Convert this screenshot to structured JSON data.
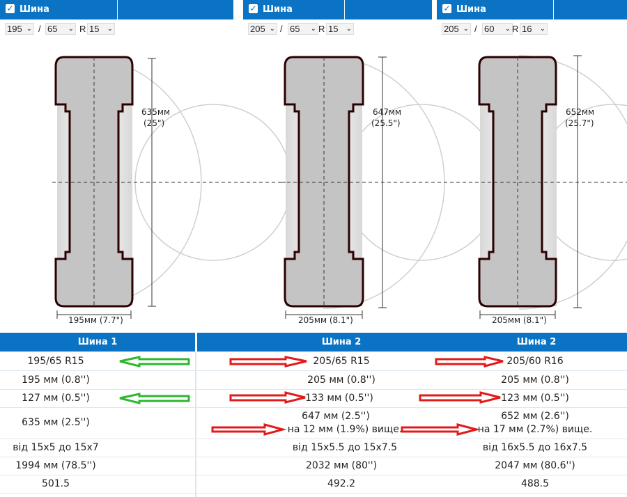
{
  "panels": [
    {
      "title": "Шина",
      "width": "195",
      "ratio": "65",
      "rim_prefix": "R",
      "rim": "15",
      "diameter_mm": "635мм",
      "diameter_in": "(25\")",
      "width_label": "195мм (7.7\")"
    },
    {
      "title": "Шина",
      "width": "205",
      "ratio": "65",
      "rim_prefix": "R",
      "rim": "15",
      "diameter_mm": "647мм",
      "diameter_in": "(25.5\")",
      "width_label": "205мм (8.1\")"
    },
    {
      "title": "Шина",
      "width": "205",
      "ratio": "60",
      "rim_prefix": "R",
      "rim": "16",
      "diameter_mm": "652мм",
      "diameter_in": "(25.7\")",
      "width_label": "205мм (8.1\")"
    }
  ],
  "table": {
    "headers": [
      "Шина 1",
      "Шина 2",
      "Шина 2"
    ],
    "rows": [
      [
        "195/65 R15",
        "205/65 R15",
        "205/60 R16"
      ],
      [
        "195 мм (0.8'')",
        "205 мм (0.8'')",
        "205 мм (0.8'')"
      ],
      [
        "127 мм (0.5'')",
        "133 мм (0.5'')",
        "123 мм (0.5'')"
      ],
      [
        "635 мм (2.5'')",
        "647 мм (2.5'')",
        "652 мм (2.6'')"
      ],
      [
        "від 15x5 до 15x7",
        "від 15x5.5 до 15x7.5",
        "від 16x5.5 до 16x7.5"
      ],
      [
        "1994 мм (78.5'')",
        "2032 мм (80'')",
        "2047 мм (80.6'')"
      ],
      [
        "501.5",
        "492.2",
        "488.5"
      ]
    ],
    "diff_notes": [
      "на 12 мм (1.9%) вище.",
      "на 17 мм (2.7%) вище."
    ]
  },
  "colors": {
    "header_blue": "#0b73c4",
    "arrow_red": "#e01b1b",
    "arrow_green": "#2db82d",
    "tire_gray": "#c4c4c4"
  }
}
